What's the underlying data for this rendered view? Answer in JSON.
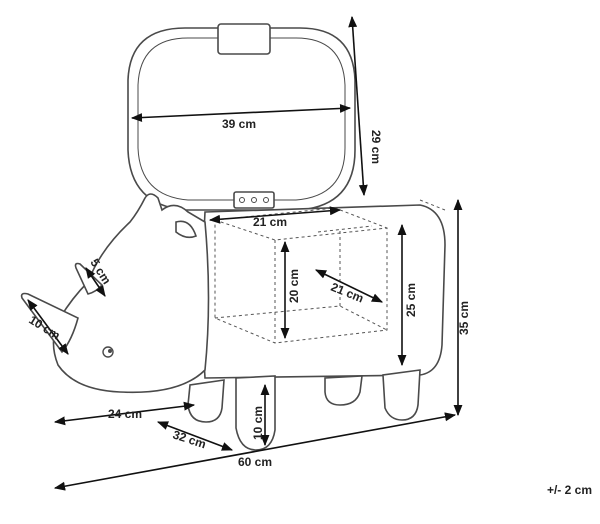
{
  "dimensions": {
    "lid_width": "39 cm",
    "lid_height": "29 cm",
    "storage_width": "21 cm",
    "storage_height": "20 cm",
    "storage_depth": "21 cm",
    "seat_height": "25 cm",
    "total_height": "35 cm",
    "horn_front": "10 cm",
    "horn_back": "5 cm",
    "head_length": "24 cm",
    "body_width": "32 cm",
    "leg_height": "10 cm",
    "total_length": "60 cm"
  },
  "tolerance": "+/- 2 cm",
  "arrow_color": "#111111",
  "outline_color": "#4a4a4a"
}
